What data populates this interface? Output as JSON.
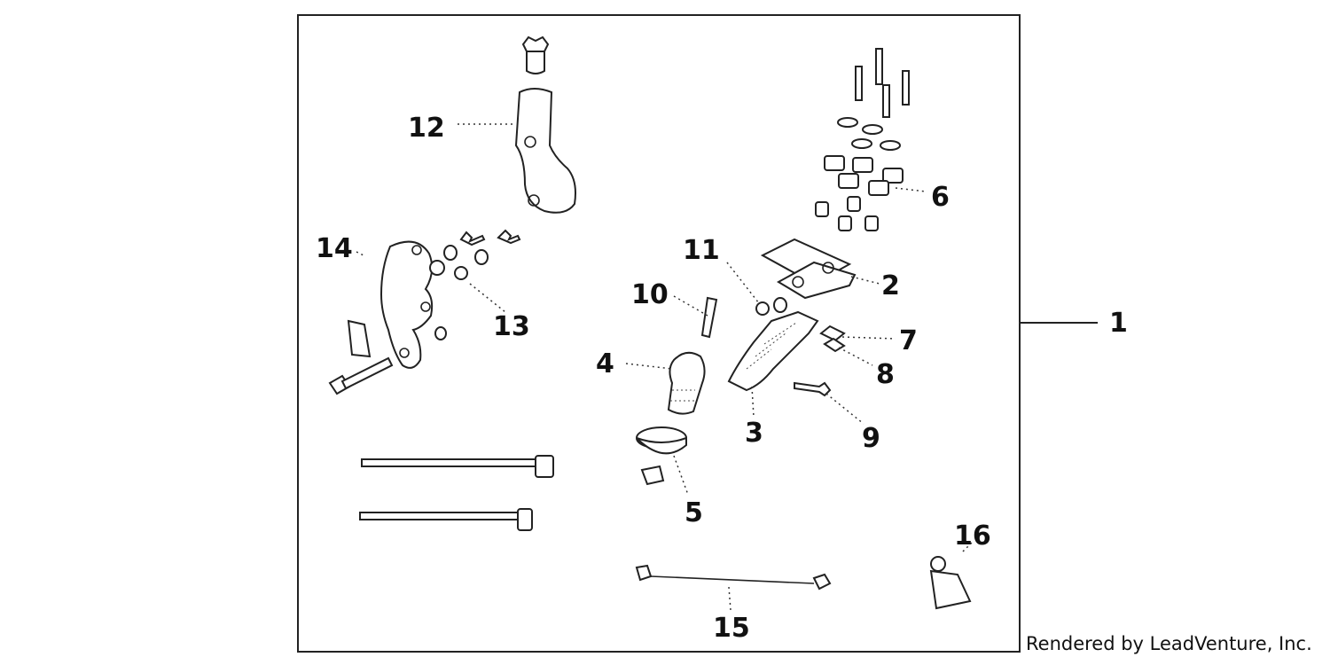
{
  "callouts": [
    "1",
    "2",
    "3",
    "4",
    "5",
    "6",
    "7",
    "8",
    "9",
    "10",
    "11",
    "12",
    "13",
    "14",
    "15",
    "16"
  ],
  "credit": "Rendered by LeadVenture, Inc."
}
